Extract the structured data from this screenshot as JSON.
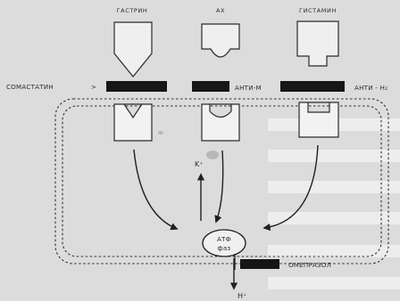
{
  "ligands": {
    "gastrin": "ГАСТРИН",
    "ach": "АХ",
    "histamine": "ГИСТАМИН"
  },
  "inhibitors": {
    "somatostatin": "СОМАСТАТИН",
    "anti_m": "АНТИ-М",
    "anti_h2": "АНТИ - Н₂",
    "omeprazole": "ОМЕПРАЗОЛ"
  },
  "pump": {
    "line1": "АТФ",
    "line2": "фаз"
  },
  "ions": {
    "k_plus": "K⁺",
    "h_plus": "H⁺"
  }
}
